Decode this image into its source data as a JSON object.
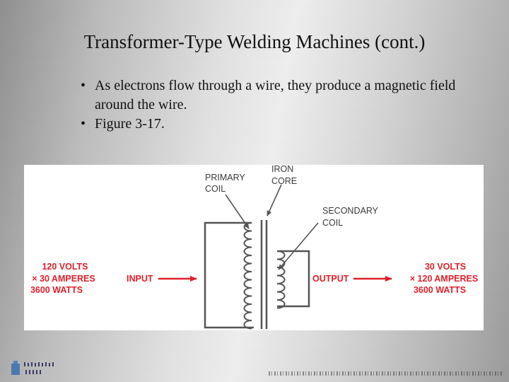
{
  "slide": {
    "title": "Transformer-Type Welding Machines (cont.)",
    "bullets": [
      "As electrons flow through a wire, they produce a magnetic field around the wire.",
      "Figure 3-17."
    ]
  },
  "figure": {
    "primary_coil_label": [
      "PRIMARY",
      "COIL"
    ],
    "iron_core_label": [
      "IRON",
      "CORE"
    ],
    "secondary_coil_label": [
      "SECONDARY",
      "COIL"
    ],
    "input_values": [
      "120 VOLTS",
      "×  30 AMPERES",
      "3600 WATTS"
    ],
    "output_values": [
      "30 VOLTS",
      "×  120 AMPERES",
      "3600 WATTS"
    ],
    "input_label": "INPUT",
    "output_label": "OUTPUT",
    "colors": {
      "red": "#e0202a",
      "line": "#555555",
      "text": "#3a3a3a"
    }
  }
}
